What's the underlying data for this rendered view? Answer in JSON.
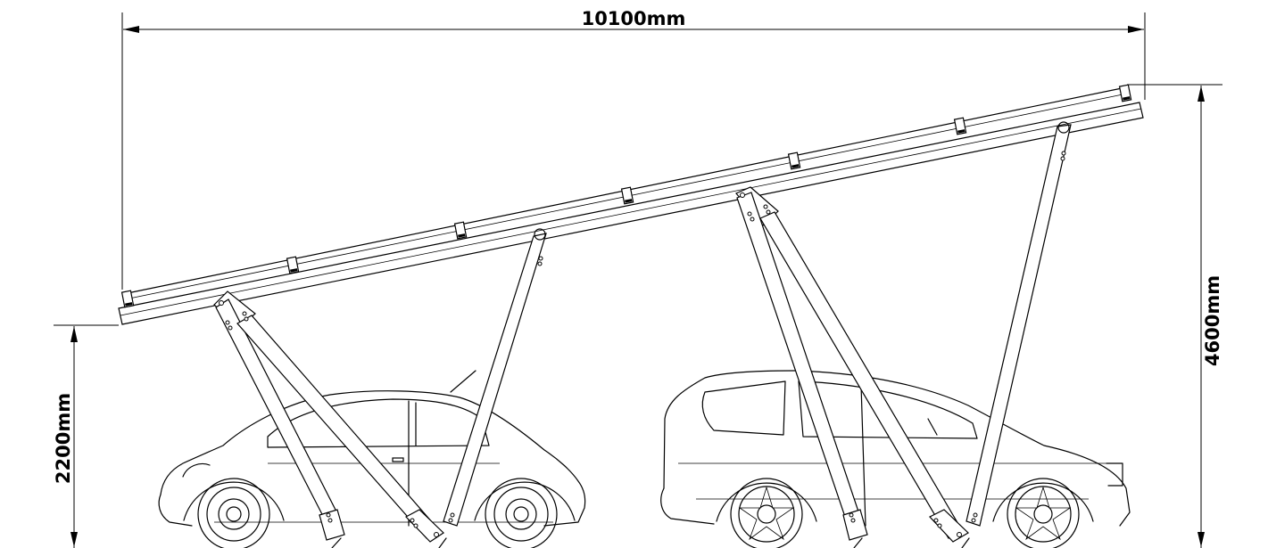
{
  "dimensions": {
    "total_width": "10100mm",
    "total_height": "4600mm",
    "clearance_height": "2200mm"
  },
  "colors": {
    "line": "#000000",
    "background": "#ffffff"
  }
}
